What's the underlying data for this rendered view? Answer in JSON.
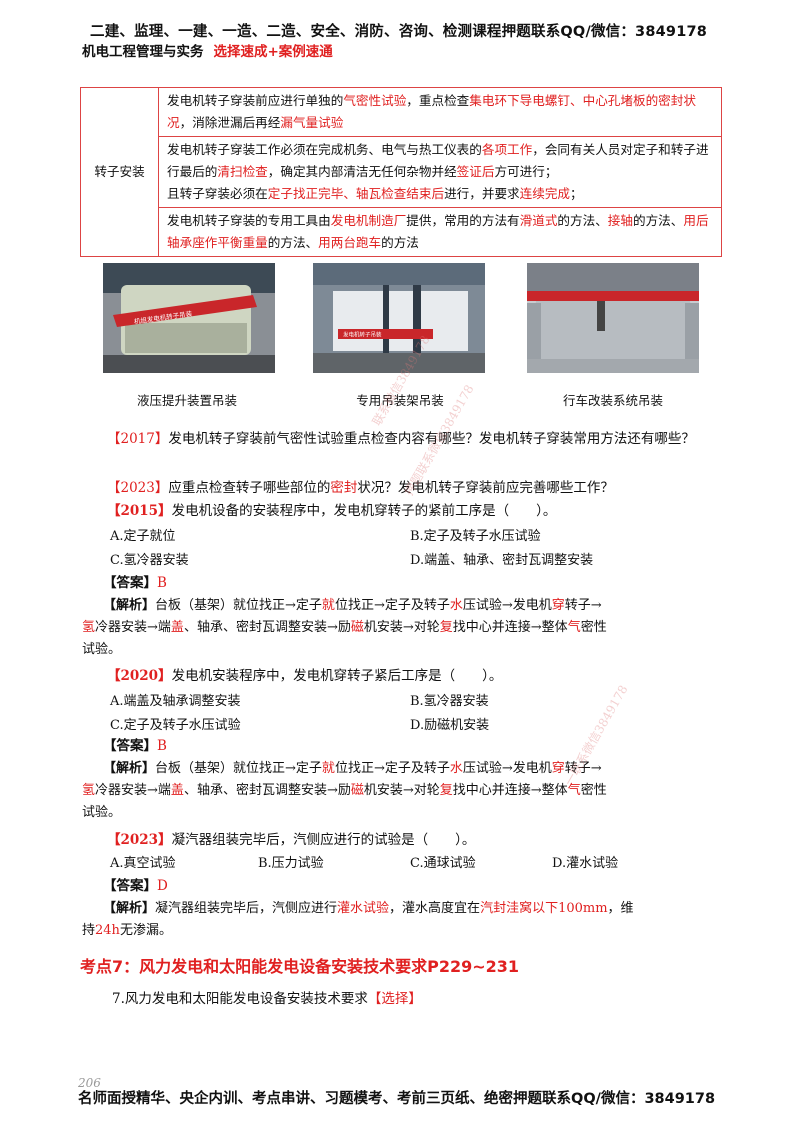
{
  "header": {
    "banner": "二建、监理、一建、一造、二造、安全、消防、咨询、检测课程押题联系QQ/微信：3849178",
    "course": "机电工程管理与实务",
    "tag": "选择速成+案例速通"
  },
  "table": {
    "label": "转子安装",
    "rows": [
      [
        "发电机转子穿装前应进行单独的",
        {
          "r": "气密性试验"
        },
        "，重点检查",
        {
          "r": "集电环下导电螺钉、中心孔堵板的密封状况"
        },
        "，消除泄漏后再经",
        {
          "r": "漏气量试验"
        }
      ],
      [
        "发电机转子穿装工作必须在完成机务、电气与热工仪表的",
        {
          "r": "各项工作"
        },
        "，会同有关人员对定子和转子进行最后的",
        {
          "r": "清扫检查"
        },
        "，确定其内部清洁无任何杂物并经",
        {
          "r": "签证后"
        },
        "方可进行；",
        {
          "br": true
        },
        "且转子穿装必须在",
        {
          "r": "定子找正完毕、轴瓦检查结束后"
        },
        "进行，并要求",
        {
          "r": "连续完成"
        },
        "；"
      ],
      [
        "发电机转子穿装的专用工具由",
        {
          "r": "发电机制造厂"
        },
        "提供，常用的方法有",
        {
          "r": "滑道式"
        },
        "的方法、",
        {
          "r": "接轴"
        },
        "的方法、",
        {
          "r": "用后轴承座作平衡重量"
        },
        "的方法、",
        {
          "r": "用两台跑车"
        },
        "的方法"
      ]
    ]
  },
  "photos": {
    "captions": [
      "液压提升装置吊装",
      "专用吊装架吊装",
      "行车改装系统吊装"
    ],
    "sign1": "机组发电机转子吊装",
    "sign2": "发电机转子吊装"
  },
  "questions": {
    "q2017": {
      "year": "【2017】",
      "text": "发电机转子穿装前气密性试验重点检查内容有哪些？发电机转子穿装常用方法还有哪些？"
    },
    "q2023a": {
      "year": "【2023】",
      "text": "应重点检查转子哪些部位的",
      "red": "密封",
      "text2": "状况？发电机转子穿装前应完善哪些工作？"
    },
    "q2015": {
      "year": "【2015】",
      "text": "发电机设备的安装程序中，发电机穿转子的紧前工序是（　　）。",
      "options": [
        "A.定子就位",
        "B.定子及转子水压试验",
        "C.氢冷器安装",
        "D.端盖、轴承、密封瓦调整安装"
      ],
      "answer_label": "【答案】",
      "answer": "B",
      "analysis_label": "【解析】"
    },
    "q2020": {
      "year": "【2020】",
      "text": "发电机安装程序中，发电机穿转子紧后工序是（　　）。",
      "options": [
        "A.端盖及轴承调整安装",
        "B.氢冷器安装",
        "C.定子及转子水压试验",
        "D.励磁机安装"
      ],
      "answer_label": "【答案】",
      "answer": "B",
      "analysis_label": "【解析】"
    },
    "q2023b": {
      "year": "【2023】",
      "text": "凝汽器组装完毕后，汽侧应进行的试验是（　　）。",
      "options": [
        "A.真空试验",
        "B.压力试验",
        "C.通球试验",
        "D.灌水试验"
      ],
      "answer_label": "【答案】",
      "answer": "D",
      "analysis_label": "【解析】"
    }
  },
  "analysis_seq": [
    "台板（基架）就位找正→定子",
    {
      "r": "就"
    },
    "位找正→定子及转子",
    {
      "r": "水"
    },
    "压试验→发电机",
    {
      "r": "穿"
    },
    "转子→",
    {
      "br": true
    },
    {
      "r": "氢"
    },
    "冷器安装→端",
    {
      "r": "盖"
    },
    "、轴承、密封瓦调整安装→励",
    {
      "r": "磁"
    },
    "机安装→对轮",
    {
      "r": "复"
    },
    "找中心并连接→整体",
    {
      "r": "气"
    },
    "密性",
    {
      "br": true
    },
    "试验。"
  ],
  "analysis_2023b": [
    "凝汽器组装完毕后，汽侧应进行",
    {
      "r": "灌水试验"
    },
    "，灌水高度宜在",
    {
      "r": "汽封洼窝以下100mm"
    },
    "，维",
    {
      "br": true
    },
    "持",
    {
      "r": "24h"
    },
    "无渗漏。"
  ],
  "kp7": {
    "title": "考点7：风力发电和太阳能发电设备安装技术要求P229~231",
    "item": "7.风力发电和太阳能发电设备安装技术要求",
    "tag": "【选择】"
  },
  "footer": {
    "text": "名师面授精华、央企内训、考点串讲、习题模考、考前三页纸、绝密押题联系QQ/微信：3849178",
    "page": "206"
  },
  "watermark": {
    "a": "联系微信3849178",
    "b": "一联系微信3849178",
    "c": "押题联系微信3849178"
  }
}
